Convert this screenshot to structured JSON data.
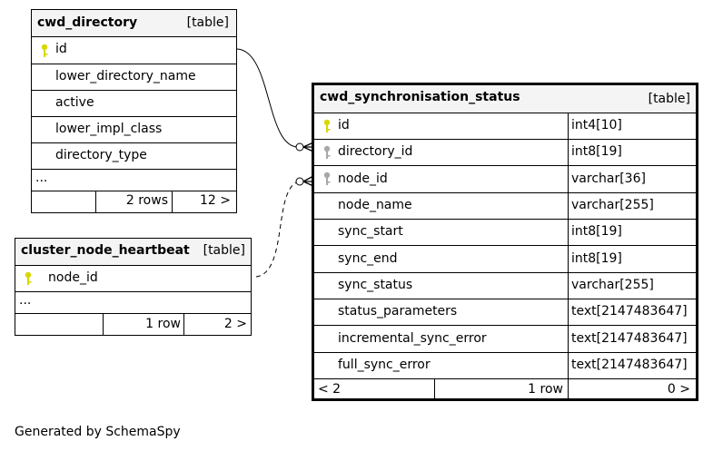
{
  "colors": {
    "pk_key": "#d8d800",
    "fk_key": "#a8a8a8",
    "header_bg": "#f4f4f4"
  },
  "icons": {
    "primary_key": "key-icon-yellow",
    "foreign_key": "key-icon-gray"
  },
  "cwd_directory": {
    "name": "cwd_directory",
    "kind": "[table]",
    "columns": [
      "id",
      "lower_directory_name",
      "active",
      "lower_impl_class",
      "directory_type"
    ],
    "ellipsis": "...",
    "footer": {
      "rows": "2 rows",
      "children": "12 >"
    }
  },
  "cluster_node_heartbeat": {
    "name": "cluster_node_heartbeat",
    "kind": "[table]",
    "columns": [
      "node_id"
    ],
    "ellipsis": "...",
    "footer": {
      "rows": "1 row",
      "children": "2 >"
    }
  },
  "cwd_synchronisation_status": {
    "name": "cwd_synchronisation_status",
    "kind": "[table]",
    "columns": [
      {
        "name": "id",
        "type": "int4[10]"
      },
      {
        "name": "directory_id",
        "type": "int8[19]"
      },
      {
        "name": "node_id",
        "type": "varchar[36]"
      },
      {
        "name": "node_name",
        "type": "varchar[255]"
      },
      {
        "name": "sync_start",
        "type": "int8[19]"
      },
      {
        "name": "sync_end",
        "type": "int8[19]"
      },
      {
        "name": "sync_status",
        "type": "varchar[255]"
      },
      {
        "name": "status_parameters",
        "type": "text[2147483647]"
      },
      {
        "name": "incremental_sync_error",
        "type": "text[2147483647]"
      },
      {
        "name": "full_sync_error",
        "type": "text[2147483647]"
      }
    ],
    "footer": {
      "parents": "< 2",
      "rows": "1 row",
      "children": "0 >"
    }
  },
  "footer_text": "Generated by SchemaSpy"
}
